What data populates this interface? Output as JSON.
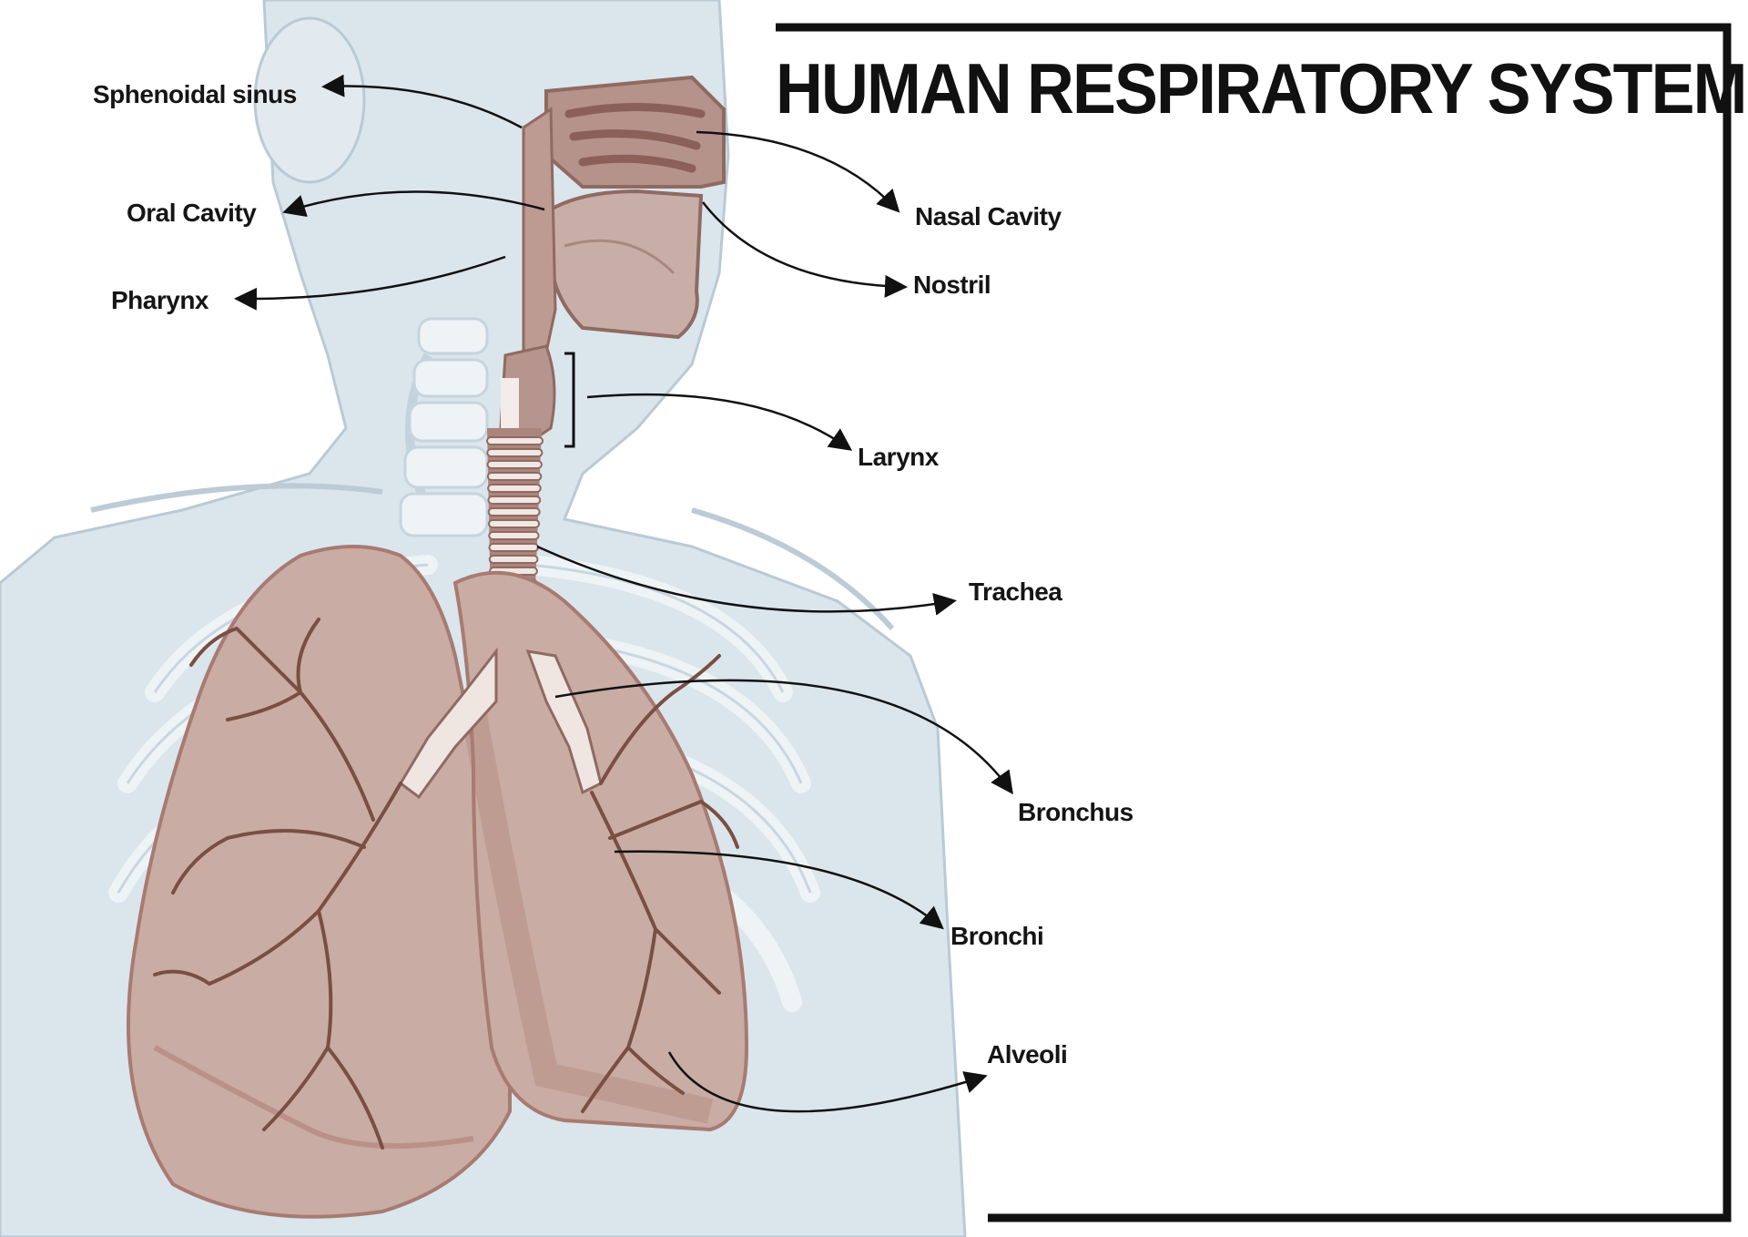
{
  "title": "HUMAN RESPIRATORY SYSTEM",
  "labels": {
    "sphenoidal_sinus": "Sphenoidal sinus",
    "oral_cavity": "Oral Cavity",
    "pharynx": "Pharynx",
    "nasal_cavity": "Nasal Cavity",
    "nostril": "Nostril",
    "larynx": "Larynx",
    "trachea": "Trachea",
    "bronchus": "Bronchus",
    "bronchi": "Bronchi",
    "alveoli": "Alveoli"
  },
  "colors": {
    "body": "#d7e2ea",
    "body_outline": "#b4c6d2",
    "lung": "#c8a9a0",
    "lung_dark": "#a7766d",
    "tissue": "#9a6e66",
    "airway": "#efe7e3",
    "ink": "#111111"
  }
}
